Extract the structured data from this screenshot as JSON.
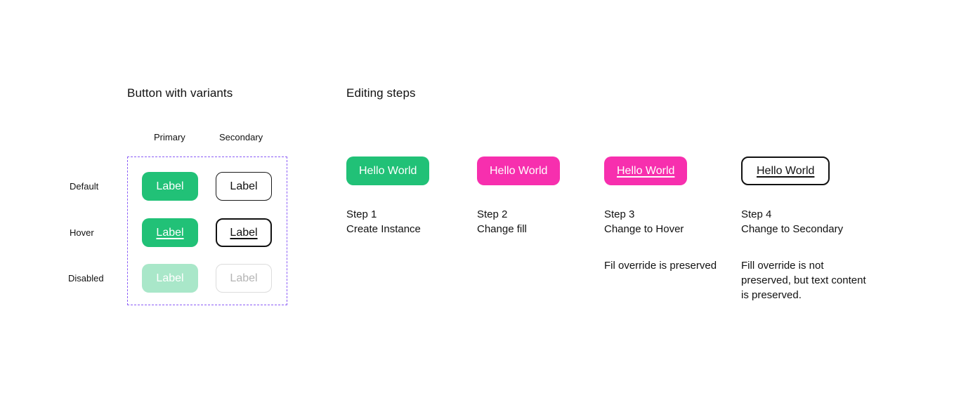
{
  "variants": {
    "title": "Button with variants",
    "columns": [
      "Primary",
      "Secondary"
    ],
    "rows": [
      "Default",
      "Hover",
      "Disabled"
    ],
    "cells": {
      "primary_default": "Label",
      "secondary_default": "Label",
      "primary_hover": "Label",
      "secondary_hover": "Label",
      "primary_disabled": "Label",
      "secondary_disabled": "Label"
    },
    "frame_border_color": "#8b5cf6"
  },
  "editing": {
    "title": "Editing steps",
    "steps": [
      {
        "button_label": "Hello World",
        "caption_line1": "Step 1",
        "caption_line2": "Create Instance",
        "note": ""
      },
      {
        "button_label": "Hello World",
        "caption_line1": "Step 2",
        "caption_line2": "Change fill",
        "note": ""
      },
      {
        "button_label": "Hello World",
        "caption_line1": "Step 3",
        "caption_line2": "Change to Hover",
        "note": "Fil override is preserved"
      },
      {
        "button_label": "Hello World",
        "caption_line1": "Step 4",
        "caption_line2": "Change to Secondary",
        "note": "Fill override is not preserved, but text content is preserved."
      }
    ]
  },
  "colors": {
    "primary_green": "#21c177",
    "primary_green_disabled": "#a9e7c9",
    "pink_override": "#f72fae",
    "text": "#111111",
    "disabled_text": "#b4b4b4",
    "frame_purple": "#8b5cf6"
  }
}
